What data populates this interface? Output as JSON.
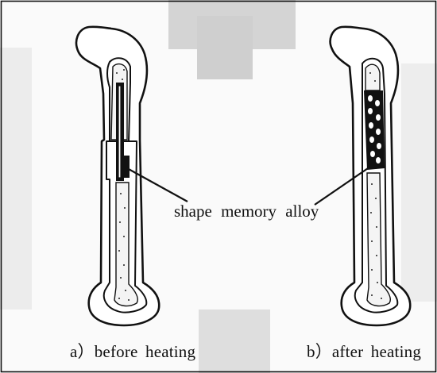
{
  "diagram": {
    "annotation": "shape memory alloy",
    "panels": [
      {
        "id": "a",
        "caption": "a）before  heating"
      },
      {
        "id": "b",
        "caption": "b）after  heating"
      }
    ]
  }
}
